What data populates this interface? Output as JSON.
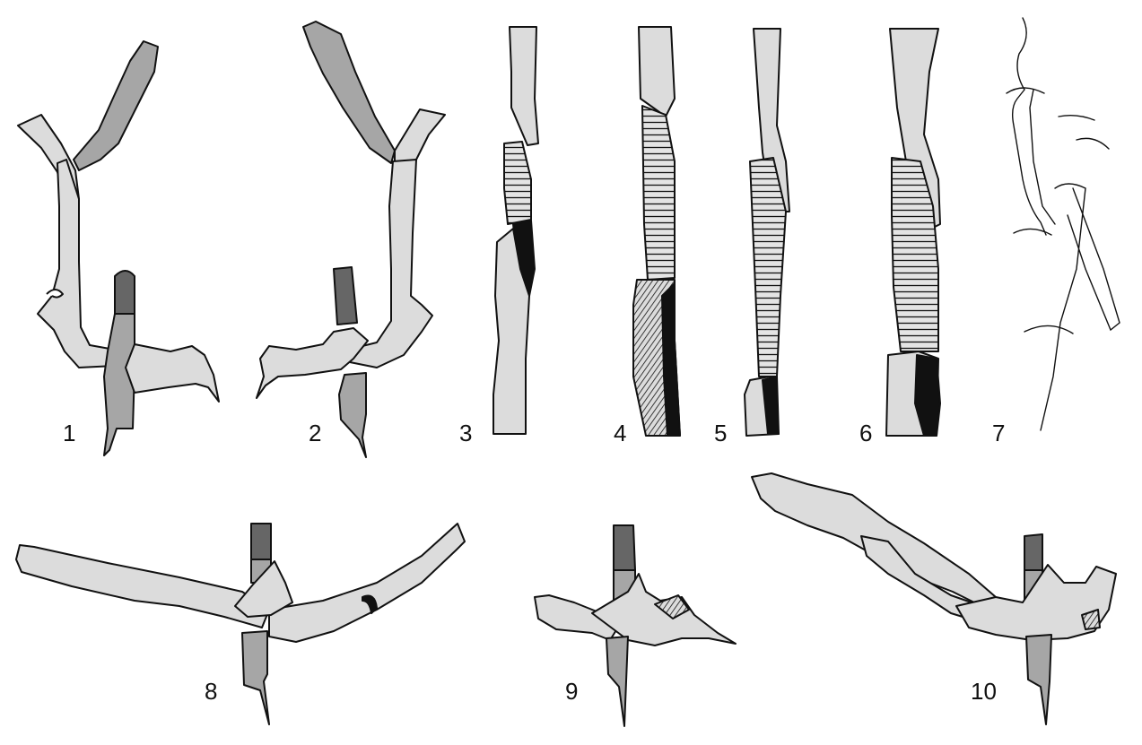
{
  "colors": {
    "light_fill": "#dcdcdc",
    "mid_fill": "#a6a6a6",
    "dark_fill": "#666666",
    "ink": "#111111",
    "background": "#ffffff"
  },
  "panels": [
    {
      "label": "1"
    },
    {
      "label": "2"
    },
    {
      "label": "3"
    },
    {
      "label": "4"
    },
    {
      "label": "5"
    },
    {
      "label": "6"
    },
    {
      "label": "7"
    },
    {
      "label": "8"
    },
    {
      "label": "9"
    },
    {
      "label": "10"
    }
  ]
}
